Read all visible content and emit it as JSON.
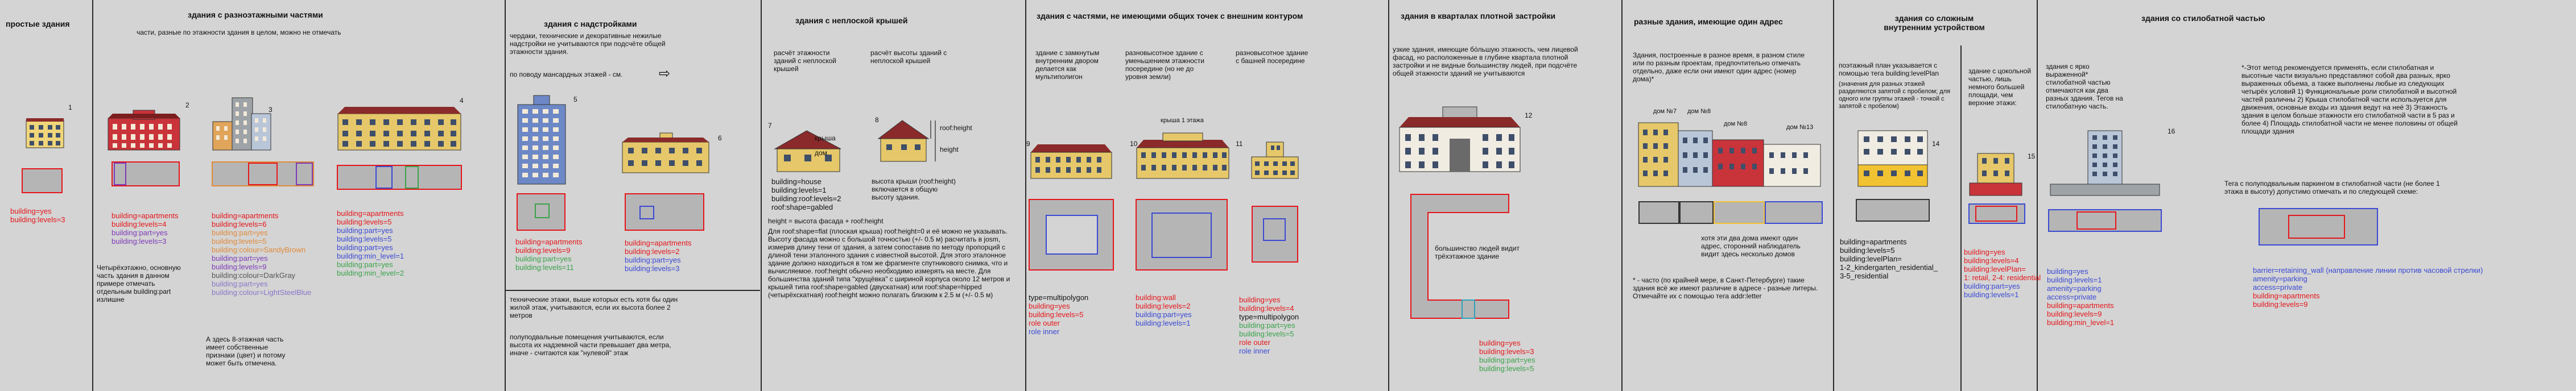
{
  "colors": {
    "red": "#e5161b",
    "blue": "#3a49d3",
    "green": "#39a24a",
    "orange": "#e08a3a",
    "purple": "#7d3ab8",
    "gray_fill": "#b5b5b5",
    "background": "#d4d4d4"
  },
  "sections": {
    "s1": {
      "title": "простые здания",
      "num": "1",
      "tags": [
        "building=yes",
        "building:levels=3"
      ]
    },
    "s2": {
      "title": "здания с разноэтажными частями",
      "subtitle": "части, разные по этажности здания в целом, можно не отмечать",
      "nums": [
        "2",
        "3",
        "4"
      ],
      "tags_a": [
        "building=apartments",
        "building:levels=4",
        "building:part=yes",
        "building:levels=3"
      ],
      "tags_b": [
        "building=apartments",
        "building:levels=6",
        "building:part=yes",
        "building:levels=5",
        "building:colour=SandyBrown",
        "building:part=yes",
        "building:levels=9",
        "building:colour=DarkGray",
        "building:part=yes",
        "building:colour=LightSteelBlue"
      ],
      "tags_c": [
        "building=apartments",
        "building:levels=5",
        "building:part=yes",
        "building:levels=5",
        "building:part=yes",
        "building:min_level=1",
        "building:part=yes",
        "building:min_level=2"
      ],
      "note_1": "Четырёхэтажно, основную часть здания в данном примере отмечать отдельным building:part излишне",
      "note_2": "А здесь 8-этажная часть имеет собственные признаки (цвет) и потому может быть отмечена."
    },
    "s3": {
      "title": "здания с надстройками",
      "text_1": "чердаки, технические и декоративные нежилые надстройки не учитываются при подсчёте общей этажности здания.",
      "text_2": "по поводу мансардных этажей - см.",
      "arrow": "⇨",
      "nums": [
        "5",
        "6"
      ],
      "tags_a": [
        "building=apartments",
        "building:levels=9",
        "building:part=yes",
        "building:levels=11"
      ],
      "tags_b": [
        "building=apartments",
        "building:levels=2",
        "building:part=yes",
        "building:levels=3"
      ],
      "note_1": "технические этажи, выше которых есть хотя бы один жилой этаж, учитываются, если их высота более 2 метров",
      "note_2": "полуподвальные помещения учитываются, если высота их надземной части превышает два метра, иначе - считаются как \"нулевой\" этаж"
    },
    "s4": {
      "title": "здания с неплоской крышей",
      "col_a": "расчёт этажности зданий с неплоской крышей",
      "col_b": "расчёт высоты зданий с неплоской крышей",
      "nums": [
        "7",
        "8"
      ],
      "roof_label": "крыша",
      "house_label": "дом",
      "roof_height": "roof:height",
      "height": "height",
      "tags_a": [
        "building=house",
        "building:levels=1",
        "building:roof:levels=2",
        "roof:shape=gabled"
      ],
      "tags_b_note": "высота крыши (roof:height) включается в общую высоту здания.",
      "formula": "height = высота фасада + roof:height",
      "body": "Для roof:shape=flat (плоская крыша) roof:height=0 и её можно не указывать. Высоту фасада можно с большой точностью (+/- 0.5 м) расчитать в josm, измерив длину тени от здания, а затем сопоставив по методу пропорций с длиной тени эталонного здания с известной высотой. Для этого эталонное здание должно находиться в том же фрагменте спутникового снимка, что и вычисляемое. roof:height обычно необходимо измерять на месте. Для большинства зданий типа \"хрущёвка\" с шириной корпуса около 12 метров и крышей типа roof:shape=gabled (двускатная) или roof:shape=hipped (четырёхскатная) roof:height можно полагать близким к 2.5 м (+/- 0.5 м)"
    },
    "s5": {
      "title": "здания с частями, не имеющими общих точек с внешним контуром",
      "col_a": "здание с замкнутым внутренним двором делается как мультиполигон",
      "col_b": "разновысотное здание с уменьшением этажности посередине (но не до уровня земли)",
      "col_c": "разновысотное здание с башней посередине",
      "nums": [
        "9",
        "10",
        "11"
      ],
      "level1": "крыша 1 этажа",
      "tags_a": [
        "type=multipolygon",
        "building=yes",
        "building:levels=5",
        "role outer",
        "role inner"
      ],
      "tags_b": [
        "building:wall",
        "building:levels=2",
        "building:part=yes",
        "building:levels=1"
      ],
      "tags_c": [
        "building=yes",
        "building:levels=4",
        "type=multipolygon",
        "building:part=yes",
        "building:levels=5",
        "role outer",
        "role inner"
      ]
    },
    "s6": {
      "title": "здания в кварталах плотной застройки",
      "text": "узкие здания, имеющие бо́льшую этажность, чем лицевой фасад, но расположенные в глубине квартала плотной застройки и не видные большинству людей, при подсчёте общей этажности зданий не учитываются",
      "num": "12",
      "note": "большинство людей видит трёхэтажное здание",
      "tags": [
        "building=yes",
        "building:levels=3",
        "building:part=yes",
        "building:levels=5"
      ]
    },
    "s7": {
      "title": "разные здания, имеющие один адрес",
      "text": "Здания, построенные в разное время, в разном стиле или по разным проектам, предпочтительно отмечать отдельно, даже если они имеют один адрес (номер дома)*",
      "houses": [
        "дом №7",
        "дом №8",
        "дом №8",
        "дом №13"
      ],
      "note": "хотя эти два дома имеют один адрес, сторонний наблюдатель видит здесь несколько домов",
      "footnote": "* - часто (по крайней мере, в Санкт-Петербурге) такие здания всё же имеют различие в адресе - разные литеры. Отмечайте их с помощью тега addr:letter"
    },
    "s8": {
      "title": "здания со сложным внутренним устройством",
      "text": "поэтажный план указывается с помощью тега building:levelPlan",
      "text_small": "(значения для разных этажей разделяются запятой с пробелом; для одного или группы этажей - точкой с запятой с пробелом)",
      "num": "14",
      "tags": [
        "building=apartments",
        "building:levels=5",
        "building:levelPlan=",
        "1-2_kindergarten_residential_",
        "3-5_residential"
      ]
    },
    "s9": {
      "title": "",
      "text": "здание с цокольной частью, лишь немного большей площади, чем верхние этажи:",
      "num": "15",
      "tags": [
        "building=yes",
        "building:levels=4",
        "building:levelPlan=",
        "1: retail, 2-4: residential",
        "building:part=yes",
        "building:levels=1"
      ]
    },
    "s10": {
      "title": "здания со стилобатной частью",
      "text": "здания с ярко выраженной* стилобатной частью отмечаются как два разных здания. Тегов на стилобатную часть.",
      "num": "16",
      "tags": [
        "building=yes",
        "building:levels=1",
        "amenity=parking",
        "access=private",
        "building=apartments",
        "building:levels=9",
        "building:min_level=1"
      ],
      "footnote": "*-Этот метод рекомендуется применять, если стилобатная и высотные части визуально представляют собой два разных, ярко выраженных объема, а также выполнены любые из следующих четырёх условий 1) Функциональные роли стилобатной и высотной частей различны 2) Крыша стилобатной части используется для движения, основные входы из здания ведут на неё 3) Этажность здания в целом больше этажности его стилобатной части в 5 раз и более 4) Площадь стилобатной части не менее половины от общей площади здания",
      "text_b": "Тега с полуподвальным паркингом в стилобатной части (не более 1 этажа в высоту) допустимо отмечать и по следующей схеме:",
      "tags_b": [
        "barrier=retaining_wall (направление линии против часовой стрелки)",
        "amenity=parking",
        "access=private",
        "building=apartments",
        "building:levels=9"
      ]
    }
  }
}
